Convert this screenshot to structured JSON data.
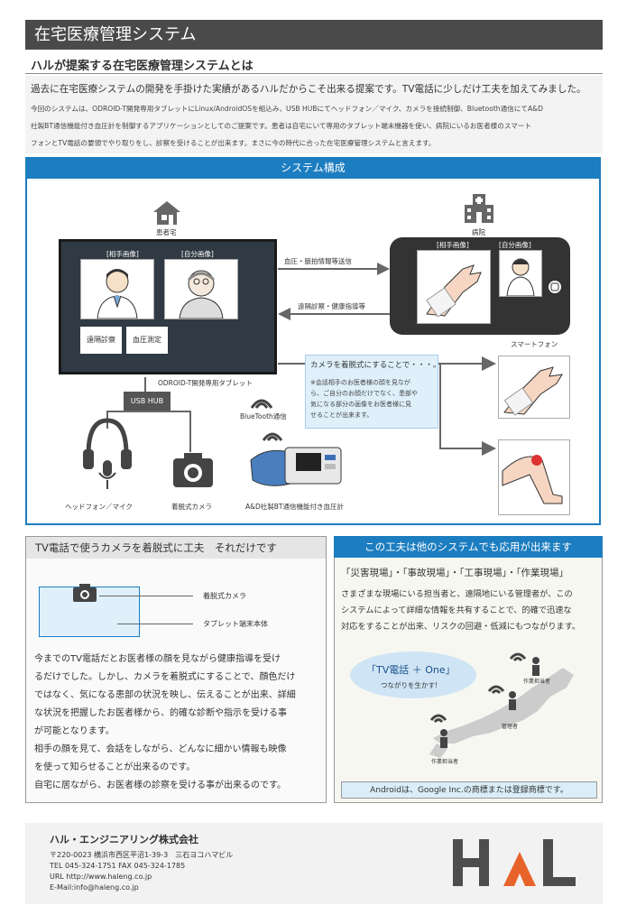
{
  "header": {
    "title": "在宅医療管理システム",
    "subtitle": "ハルが提案する在宅医療管理システムとは"
  },
  "intro": {
    "lead": "過去に在宅医療システムの開発を手掛けた実績があるハルだからこそ出来る提案です。TV電話に少しだけ工夫を加えてみました。",
    "lines": [
      "今回のシステムは、ODROID-T開発専用タブレットにLinux/AndroidOSを組込み、USB HUBにてヘッドフォン／マイク、カメラを接続制御、Bluetooth通信にてA&D",
      "社製BT通信機能付き血圧計を制御するアプリケーションとしてのご提案です。患者は自宅にいて専用のタブレット端末機器を使い、病院にいるお医者様のスマート",
      "フォンとTV電話の要領でやり取りをし、診察を受けることが出来ます。まさに今の時代に合った在宅医療管理システムと言えます。"
    ]
  },
  "system": {
    "header": "システム構成",
    "patient_home": "患者宅",
    "hospital": "病院",
    "partner_image": "[相手画像]",
    "self_image": "[自分画像]",
    "remote_exam_btn": "遠隔診察",
    "bp_measure_btn": "血圧測定",
    "tablet_label": "ODROID-T開発専用タブレット",
    "send_arrow": "血圧・脈拍情報等送信",
    "receive_arrow": "遠隔診察・健康指導等",
    "smartphone": "スマートフォン",
    "callout_title": "カメラを着脱式にすることで・・・。",
    "callout_note": [
      "※会話相手のお医者様の顔を見なが",
      "ら、ご自分のお顔だけでなく、患部や",
      "気になる部分の画像をお医者様に見",
      "せることが出来ます。"
    ],
    "usb_hub": "USB HUB",
    "bluetooth": "BlueTooth通信",
    "headphone": "ヘッドフォン／マイク",
    "camera": "着脱式カメラ",
    "bp_meter": "A&D社製BT通信機能付き血圧計"
  },
  "left_panel": {
    "heading": "TV電話で使うカメラを着脱式に工夫　それだけです",
    "camera_label": "着脱式カメラ",
    "tablet_label": "タブレット端末本体",
    "paragraph": [
      "今までのTV電話だとお医者様の顔を見ながら健康指導を受け",
      "るだけでした。しかし、カメラを着脱式にすることで、顔色だけ",
      "ではなく、気になる患部の状況を映し、伝えることが出来、詳細",
      "な状況を把握したお医者様から、的確な診断や指示を受ける事",
      "が可能となります。",
      "相手の顔を見て、会話をしながら、どんなに細かい情報も映像",
      "を使って知らせることが出来るのです。",
      "自宅に居ながら、お医者様の診察を受ける事が出来るのです。"
    ]
  },
  "right_panel": {
    "heading": "この工夫は他のシステムでも応用が出来ます",
    "sites": "「災害現場」・「事故現場」・「工事現場」・「作業現場」",
    "paragraph": [
      "さまざまな現場にいる担当者と、遠隔地にいる管理者が、この",
      "システムによって詳細な情報を共有することで、的確で迅速な",
      "対応をすることが出来、リスクの回避・低減にもつながります。"
    ],
    "bubble_title": "「TV電話 ＋ One」",
    "bubble_sub": "つながりを生かす!",
    "worker_1": "作業担当者",
    "manager": "管理者",
    "worker_2": "作業担当者",
    "trademark": "Androidは、Google Inc.の商標または登録商標です。"
  },
  "footer": {
    "company": "ハル・エンジニアリング株式会社",
    "address": "〒220-0023 横浜市西区平沼1-39-3　三石ヨコハマビル",
    "phone": "TEL  045-324-1751   FAX  045-324-1785",
    "url": "URL http://www.haleng.co.jp",
    "email": "E-Mail:info@haleng.co.jp",
    "logo": "HaL"
  },
  "colors": {
    "accent_blue": "#1c7dc0",
    "logo_gray": "#4d4d4d",
    "logo_orange": "#e8632b"
  }
}
